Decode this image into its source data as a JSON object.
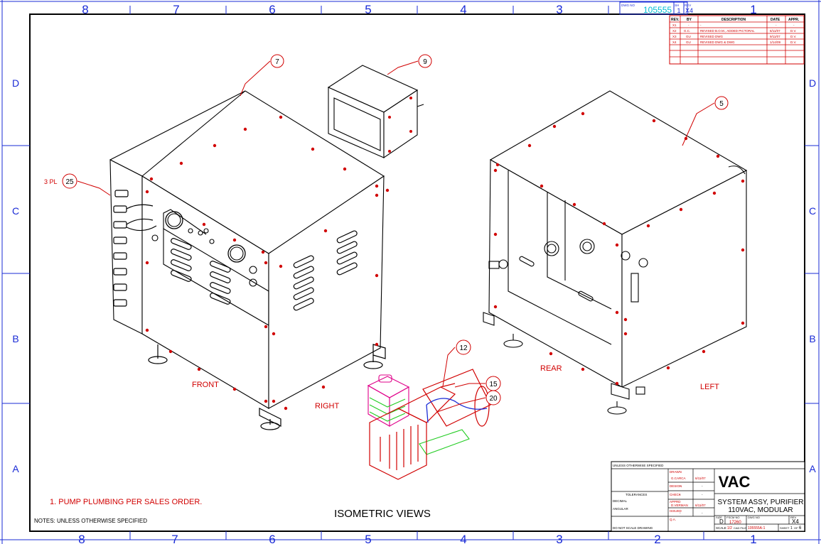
{
  "border": {
    "columns": [
      "8",
      "7",
      "6",
      "5",
      "4",
      "3",
      "2",
      "1"
    ],
    "rows": [
      "D",
      "C",
      "B",
      "A"
    ]
  },
  "dwg_box": {
    "label": "DWG NO",
    "number": "105555",
    "sheet_label": "SH",
    "sheet": "1",
    "rev_label": "REV",
    "rev": "X4"
  },
  "revisions": {
    "headers": [
      "REV.",
      "BY",
      "DESCRIPTION",
      "DATE",
      "APPR."
    ],
    "rows": [
      [
        "X1",
        "-",
        "-",
        "-",
        "-"
      ],
      [
        "X2",
        "G.C.",
        "REVISED B.O.M., ADDED PICTORAL",
        "6/11/07",
        "D.V."
      ],
      [
        "X3",
        "GU",
        "REVISED DWG",
        "9/11/07",
        "D.V."
      ],
      [
        "X4",
        "GU",
        "REVISED DWG & DWG",
        "1/14/09",
        "D.V."
      ]
    ]
  },
  "balloons": [
    "7",
    "9",
    "5",
    "25",
    "12",
    "15",
    "20"
  ],
  "balloon_prefix": "3 PL",
  "views": {
    "front": "FRONT",
    "right": "RIGHT",
    "rear": "REAR",
    "left": "LEFT"
  },
  "caption": "ISOMETRIC VIEWS",
  "notes": {
    "items": [
      "1.  PUMP PLUMBING PER SALES ORDER."
    ],
    "header": "NOTES: UNLESS OTHERWISE SPECIFIED"
  },
  "title_block": {
    "title_line1": "SYSTEM ASSY, PURIFIER",
    "title_line2": "110VAC, MODULAR",
    "logo": "VAC",
    "size_label": "SIZE",
    "size": "D",
    "fscm_label": "FSCM NO",
    "fscm": "17260",
    "dwg_no_label": "DWG NO",
    "rev_label": "REV",
    "rev": "X4",
    "scale_label": "SCALE",
    "scale": "1/2",
    "cad_file_label": "CAD FILE",
    "cad_file": "105555A-1",
    "sheet_label": "SHEET",
    "sheet": "1",
    "of_label": "OF",
    "of": "6",
    "no_scale": "DO NOT SCALE DRAWING",
    "drawn_label": "DRAWN",
    "drawn_by": "G.CARCA",
    "drawn_date": "6/11/07",
    "design_label": "DESIGN",
    "check_label": "CHECK",
    "apprd_label": "APPRD",
    "apprd_by": "D.VERMAN",
    "apprd_date": "6/11/07",
    "issued_label": "ISSUED",
    "qa_label": "Q.A.",
    "dash": "-",
    "tolerances": "TOLERANCES",
    "decimal_label": "DECIMAL",
    "angular_label": "ANGULAR",
    "unless": "UNLESS OTHERWISE SPECIFIED"
  }
}
